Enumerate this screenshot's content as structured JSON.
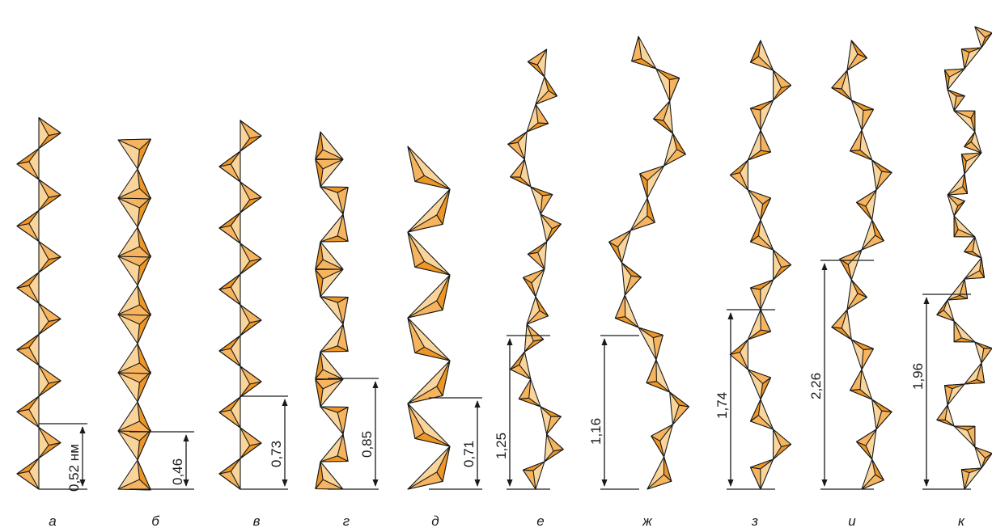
{
  "colors": {
    "light_face": "#f9d59c",
    "mid_face": "#f6b45e",
    "dark_face": "#ee9626",
    "edge": "#1a1a1a"
  },
  "chains": [
    {
      "letter": "а",
      "period": "0,52 нм"
    },
    {
      "letter": "б",
      "period": "0,46"
    },
    {
      "letter": "в",
      "period": "0,73"
    },
    {
      "letter": "г",
      "period": "0,85"
    },
    {
      "letter": "д",
      "period": "0,71"
    },
    {
      "letter": "е",
      "period": "1,25"
    },
    {
      "letter": "ж",
      "period": "1,16"
    },
    {
      "letter": "з",
      "period": "1,74"
    },
    {
      "letter": "и",
      "period": "2,26"
    },
    {
      "letter": "к",
      "period": "1,96"
    }
  ]
}
